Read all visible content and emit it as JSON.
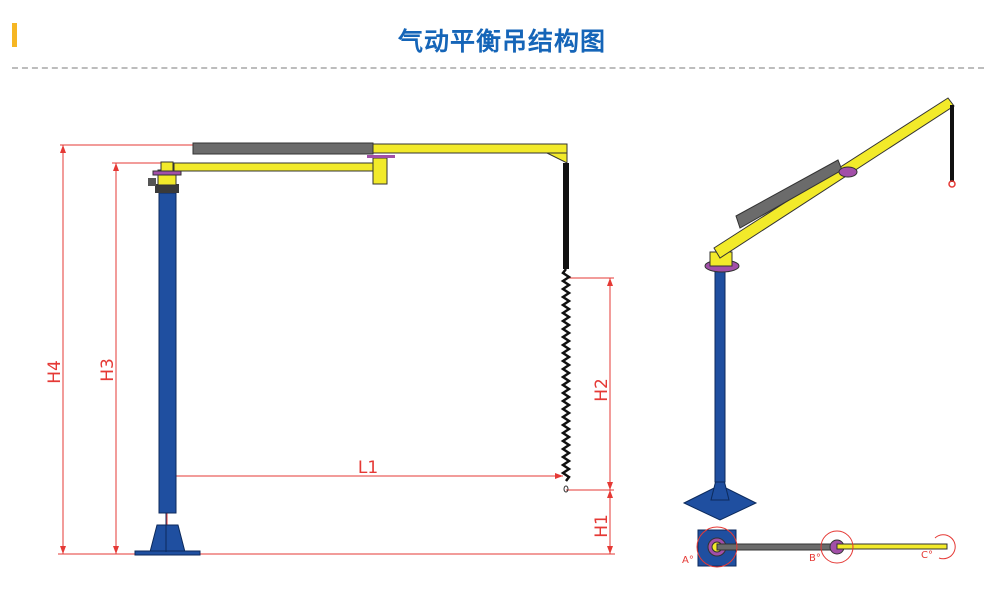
{
  "header": {
    "title": "气动平衡吊结构图",
    "accent_color": "#f6b623",
    "title_color": "#1565b8"
  },
  "side_view": {
    "dimensions": {
      "h4": "H4",
      "h3": "H3",
      "h2": "H2",
      "h1": "H1",
      "l1": "L1"
    }
  },
  "top_view": {
    "pivot_labels": {
      "a": "A°",
      "b": "B°",
      "c": "C°"
    }
  },
  "colors": {
    "column": "#1f4fa0",
    "arm": "#f2ea2a",
    "cylinder": "#6b6b6b",
    "bearing": "#a24fa8",
    "dimension": "#e53935"
  }
}
